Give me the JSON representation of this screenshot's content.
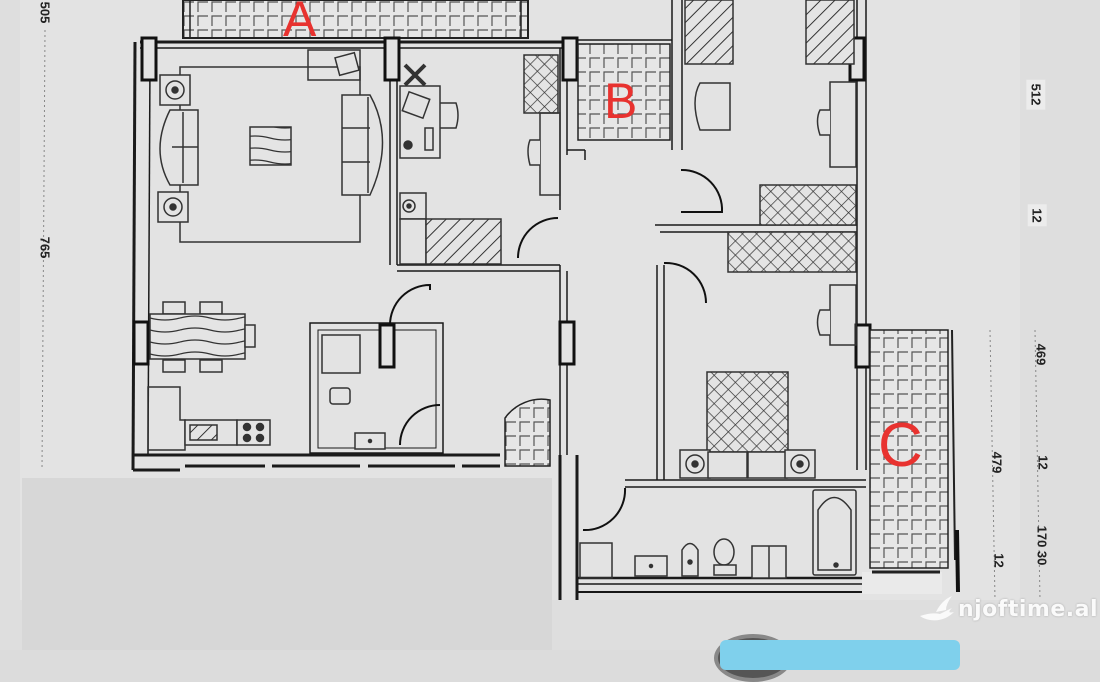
{
  "floor_plan": {
    "labels": {
      "balcony_a": "A",
      "balcony_b": "B",
      "balcony_c": "C"
    },
    "label_color": "#e8322f",
    "dimensions": {
      "left_top": "505",
      "left_main": "765",
      "right_top": "512",
      "right_small_1": "12",
      "right_mid": "469",
      "right_small_2": "12",
      "right_lower_inner": "479",
      "right_total": "170 30",
      "right_small_3": "12"
    },
    "rooms": [
      {
        "name": "living-room",
        "features": [
          "sofa",
          "sofa",
          "coffee-table",
          "lamp-tables",
          "armchair"
        ]
      },
      {
        "name": "dining-kitchen",
        "features": [
          "dining-table",
          "chairs",
          "sink",
          "stove"
        ]
      },
      {
        "name": "study-bedroom",
        "features": [
          "desk",
          "chair",
          "single-bed",
          "wardrobe",
          "plant"
        ]
      },
      {
        "name": "wc",
        "features": [
          "toilet",
          "sink",
          "shower"
        ]
      },
      {
        "name": "hallway",
        "features": [
          "doors"
        ]
      },
      {
        "name": "kids-bedroom",
        "features": [
          "two-beds",
          "desks",
          "chair",
          "wardrobe"
        ]
      },
      {
        "name": "master-bedroom",
        "features": [
          "double-bed",
          "nightstands",
          "wardrobe",
          "desk"
        ]
      },
      {
        "name": "bathroom",
        "features": [
          "bathtub",
          "toilet",
          "bidet",
          "sink",
          "washing-machine"
        ]
      }
    ]
  },
  "watermark": {
    "text": "njoftime.al",
    "icon": "bird-icon"
  }
}
